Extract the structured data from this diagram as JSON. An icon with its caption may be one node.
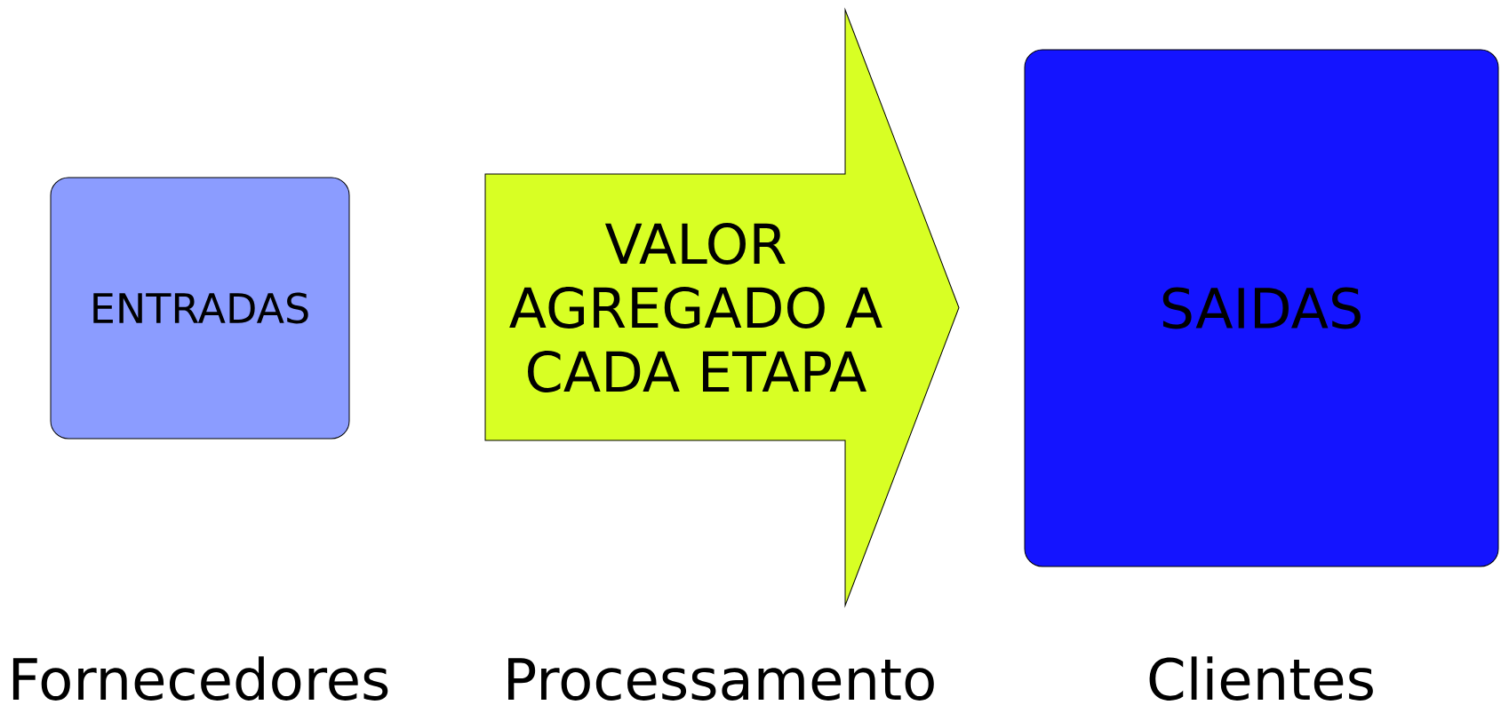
{
  "diagram": {
    "nodes": [
      {
        "text": [
          "ENTRADAS"
        ]
      },
      {
        "text": [
          "VALOR AGREGADO A CADA ETAPA"
        ]
      },
      {
        "text": [
          "SAIDAS"
        ]
      }
    ],
    "labels": [
      "Fornecedores",
      "Processamento",
      "Clientes"
    ]
  }
}
